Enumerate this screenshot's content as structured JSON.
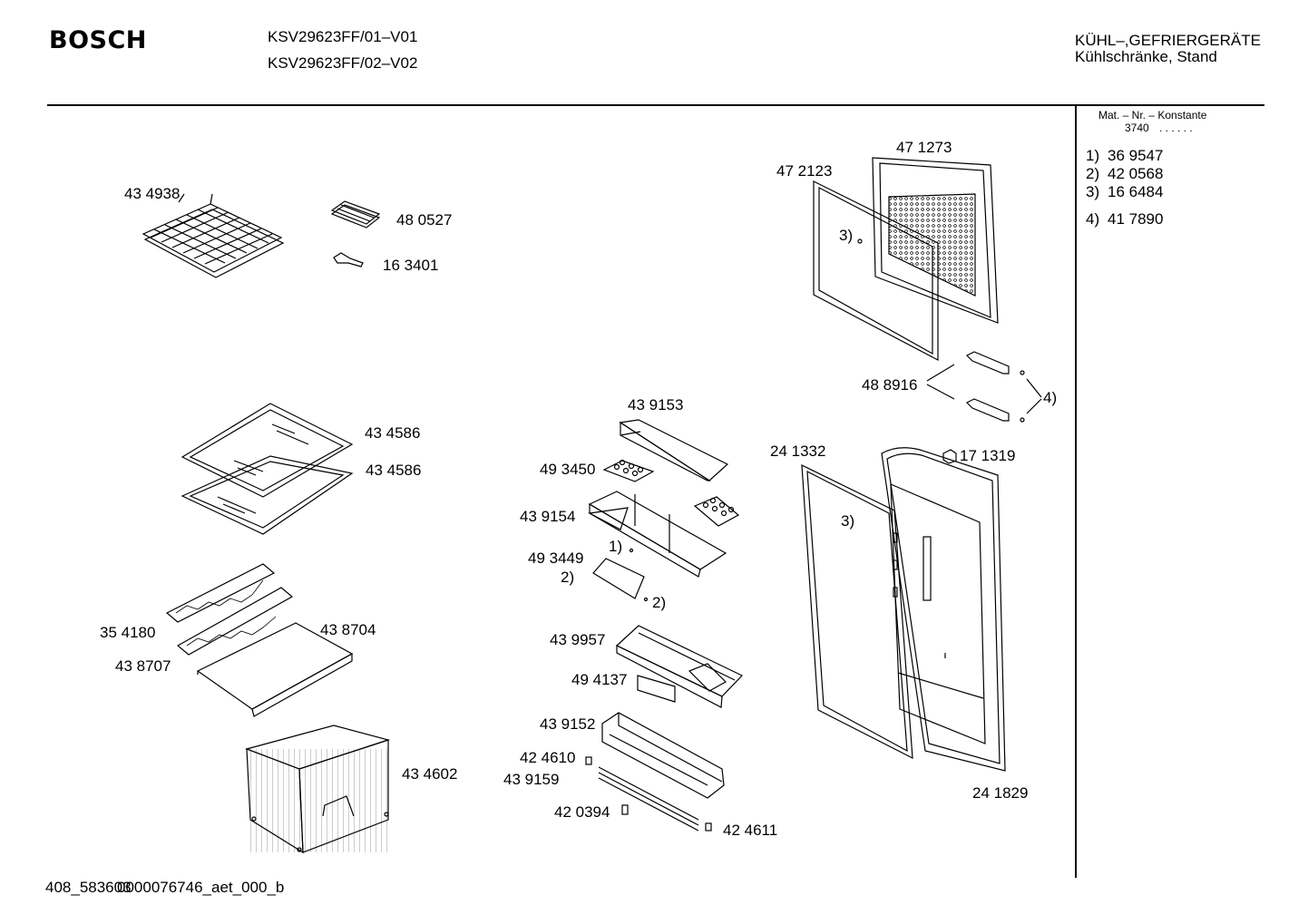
{
  "header": {
    "brand": "BOSCH",
    "model_1": "KSV29623FF/01–V01",
    "model_2": "KSV29623FF/02–V02",
    "category": "KÜHL–,GEFRIERGERÄTE",
    "subcategory": "Kühlschränke, Stand"
  },
  "sidebar": {
    "constant_title": "Mat. – Nr. – Konstante",
    "constant_value": "3740",
    "constant_dots": ". . . . . .",
    "notes": [
      {
        "key": "1)",
        "part": "36 9547"
      },
      {
        "key": "2)",
        "part": "42 0568"
      },
      {
        "key": "3)",
        "part": "16 6484"
      },
      {
        "key": "4)",
        "part": "41 7890"
      }
    ]
  },
  "parts": {
    "p434938": "43 4938",
    "p480527": "48 0527",
    "p163401": "16 3401",
    "p472123": "47 2123",
    "p471273": "47 1273",
    "p434586a": "43 4586",
    "p434586b": "43 4586",
    "p439153": "43 9153",
    "p493450": "49 3450",
    "p439154": "43 9154",
    "p493449": "49 3449",
    "p354180": "35 4180",
    "p438704": "43 8704",
    "p438707": "43 8707",
    "p439957": "43 9957",
    "p494137": "49 4137",
    "p439152": "43 9152",
    "p424610": "42 4610",
    "p439159": "43 9159",
    "p420394": "42 0394",
    "p424611": "42 4611",
    "p434602": "43 4602",
    "p488916": "48 8916",
    "p241332": "24 1332",
    "p171319": "17 1319",
    "p241829": "24 1829"
  },
  "callouts": {
    "c3a": "3)",
    "c3b": "3)",
    "c4": "4)",
    "c1": "1)",
    "c2a": "2)",
    "c2b": "2)"
  },
  "footer": {
    "code": "408_583603",
    "code_overlay": "0000076746_aet_000_b"
  }
}
